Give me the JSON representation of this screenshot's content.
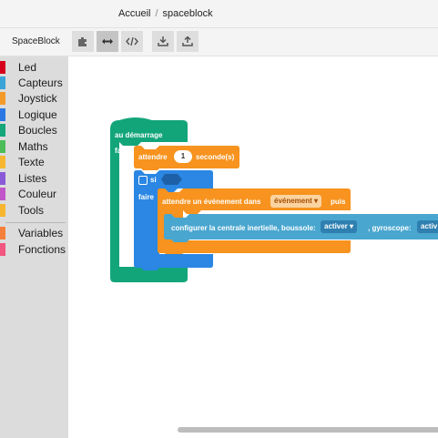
{
  "breadcrumb": {
    "home": "Accueil",
    "separator": "/",
    "current": "spaceblock"
  },
  "toolbar": {
    "app_name": "SpaceBlock",
    "buttons": [
      {
        "name": "blocks-view-button",
        "icon": "puzzle-icon"
      },
      {
        "name": "split-view-button",
        "icon": "arrows-horizontal-icon",
        "active": true
      },
      {
        "name": "code-view-button",
        "icon": "code-icon"
      },
      {
        "name": "download-button",
        "icon": "download-icon"
      },
      {
        "name": "upload-button",
        "icon": "upload-icon"
      }
    ]
  },
  "categories": [
    {
      "label": "Led",
      "color": "#d6001c"
    },
    {
      "label": "Capteurs",
      "color": "#3aa3d8"
    },
    {
      "label": "Joystick",
      "color": "#f49a2a"
    },
    {
      "label": "Logique",
      "color": "#2b78e4"
    },
    {
      "label": "Boucles",
      "color": "#16a67a"
    },
    {
      "label": "Maths",
      "color": "#4cbd58"
    },
    {
      "label": "Texte",
      "color": "#f7b62f"
    },
    {
      "label": "Listes",
      "color": "#8a59d8"
    },
    {
      "label": "Couleur",
      "color": "#c156c9"
    },
    {
      "label": "Tools",
      "color": "#f7b62f"
    },
    {
      "label": "Variables",
      "color": "#f5803b"
    },
    {
      "label": "Fonctions",
      "color": "#f2557f"
    }
  ],
  "blocks": {
    "start": {
      "label": "au démarrage",
      "do_label": "faire"
    },
    "wait": {
      "prefix": "attendre",
      "value": "1",
      "suffix": "seconde(s)"
    },
    "if": {
      "label": "si",
      "do_label": "faire"
    },
    "event": {
      "prefix": "attendre un événement dans",
      "dropdown": "événement",
      "suffix": "puis"
    },
    "config": {
      "text": "configurer la centrale inertielle, boussole:",
      "compass_value": "activer",
      "gyro_label": ", gyroscope:",
      "gyro_value": "activ"
    }
  },
  "colors": {
    "green": "#13a57a",
    "orange": "#f7931e",
    "blue": "#2b87e3",
    "cyan": "#49a6cf"
  }
}
